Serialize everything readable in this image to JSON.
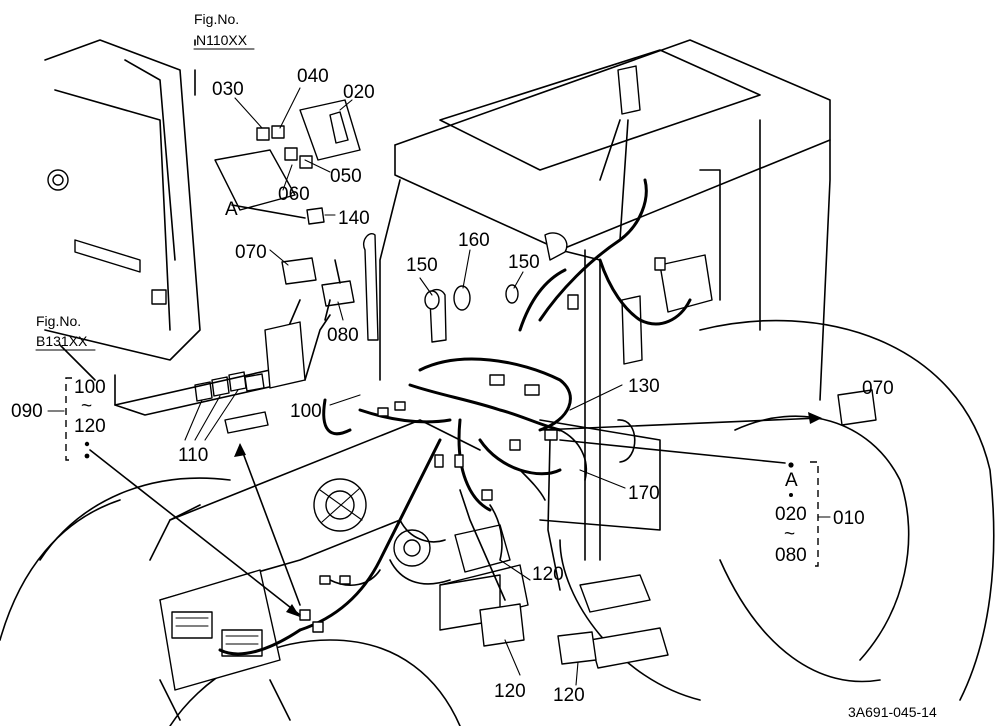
{
  "figure_refs": [
    {
      "top": "Fig.No.",
      "bottom": "N110XX"
    },
    {
      "top": "Fig.No.",
      "bottom": "B131XX"
    }
  ],
  "callouts": {
    "c030": "030",
    "c040": "040",
    "c020": "020",
    "c050": "050",
    "c060": "060",
    "c140": "140",
    "c070_left": "070",
    "c080": "080",
    "c150_left": "150",
    "c160": "160",
    "c150_right": "150",
    "c130": "130",
    "c070_right": "070",
    "c100_mid": "100",
    "c110": "110",
    "c170": "170",
    "c120_a": "120",
    "c120_b": "120",
    "c120_c": "120",
    "marker_a_top": "A"
  },
  "group_left": {
    "label": "090",
    "from": "100",
    "tilde": "~",
    "to": "120"
  },
  "group_right": {
    "label": "010",
    "marker": "A",
    "from": "020",
    "tilde": "~",
    "to": "080"
  },
  "drawing_code": "3A691-045-14"
}
